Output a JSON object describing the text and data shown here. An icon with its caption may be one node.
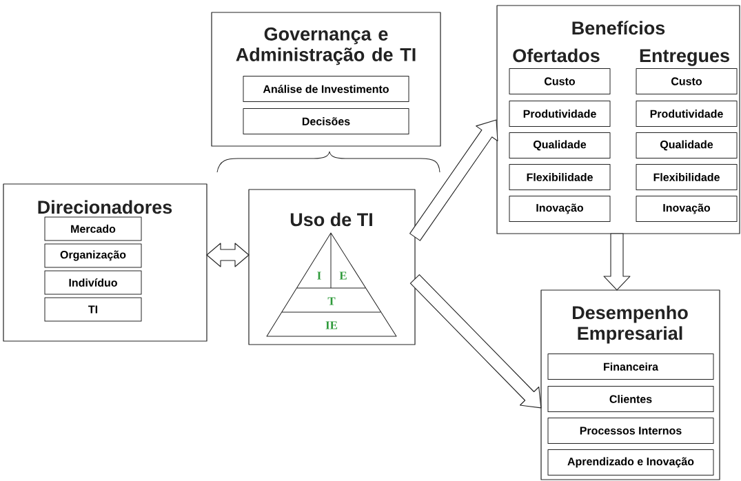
{
  "diagram": {
    "nodes": [
      {
        "text": [
          "Direcionadores"
        ]
      },
      {
        "text": [
          "Mercado"
        ],
        "in": 0
      },
      {
        "text": [
          "Organização"
        ],
        "in": 0
      },
      {
        "text": [
          "Indivíduo"
        ],
        "in": 0
      },
      {
        "text": [
          "TI"
        ],
        "in": 0
      },
      {
        "text": [
          "Governança e Administração de TI"
        ]
      },
      {
        "text": [
          "Análise de Investimento"
        ],
        "in": 5
      },
      {
        "text": [
          "Decisões"
        ],
        "in": 5
      },
      {
        "text": [
          "Uso de TI"
        ]
      },
      {
        "text": [
          "Benefícios",
          "Ofertados",
          "Entregues"
        ]
      },
      {
        "text": [
          "Custo"
        ],
        "in": 9
      },
      {
        "text": [
          "Produtividade"
        ],
        "in": 9
      },
      {
        "text": [
          "Qualidade"
        ],
        "in": 9
      },
      {
        "text": [
          "Flexibilidade"
        ],
        "in": 9
      },
      {
        "text": [
          "Inovação"
        ],
        "in": 9
      },
      {
        "text": [
          "Custo"
        ],
        "in": 9
      },
      {
        "text": [
          "Produtividade"
        ],
        "in": 9
      },
      {
        "text": [
          "Qualidade"
        ],
        "in": 9
      },
      {
        "text": [
          "Flexibilidade"
        ],
        "in": 9
      },
      {
        "text": [
          "Inovação"
        ],
        "in": 9
      },
      {
        "text": [
          "Desempenho Empresarial"
        ]
      },
      {
        "text": [
          "Financeira"
        ],
        "in": 20
      },
      {
        "text": [
          "Clientes"
        ],
        "in": 20
      },
      {
        "text": [
          "Processos Internos"
        ],
        "in": 20
      },
      {
        "text": [
          "Aprendizado e Inovação"
        ],
        "in": 20
      }
    ],
    "edges": [
      {
        "from": 0,
        "to": 8,
        "arrow": "both"
      },
      {
        "from": 8,
        "to": 9,
        "arrow": "to"
      },
      {
        "from": 8,
        "to": 20,
        "arrow": "to"
      },
      {
        "from": 9,
        "to": 20,
        "arrow": "to"
      }
    ],
    "labels": [
      "I",
      "E",
      "T",
      "IE"
    ]
  }
}
